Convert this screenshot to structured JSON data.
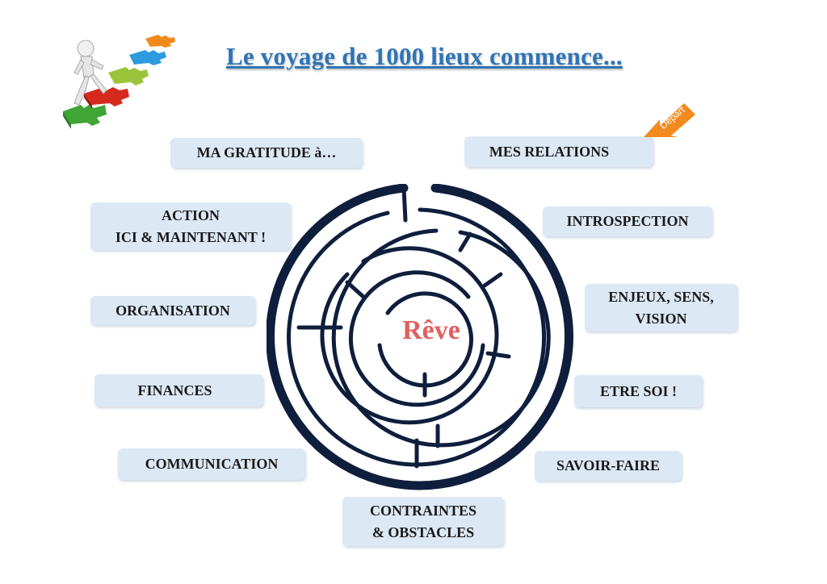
{
  "title": "Le voyage de 1000 lieux commence...",
  "start_label": "Départ",
  "center_label": "Rêve",
  "colors": {
    "title": "#2e74b5",
    "box_bg": "#dde8f5",
    "center_text": "#e06060",
    "arrow": "#f28a1d",
    "maze_wall": "#0f1e3c"
  },
  "boxes": {
    "gratitude": [
      "MA GRATITUDE à…"
    ],
    "action": [
      "ACTION",
      "ICI & MAINTENANT !"
    ],
    "organisation": [
      "ORGANISATION"
    ],
    "finances": [
      "FINANCES"
    ],
    "communication": [
      "COMMUNICATION"
    ],
    "contraintes": [
      "CONTRAINTES",
      "& OBSTACLES"
    ],
    "relations": [
      "MES RELATIONS"
    ],
    "introspection": [
      "INTROSPECTION"
    ],
    "enjeux": [
      "ENJEUX, SENS,",
      "VISION"
    ],
    "etre_soi": [
      "ETRE SOI !"
    ],
    "savoir_faire": [
      "SAVOIR-FAIRE"
    ]
  },
  "icons": {
    "puzzle_climber": "person-climbing-puzzle-steps-icon",
    "start_arrow": "arrow-icon"
  }
}
